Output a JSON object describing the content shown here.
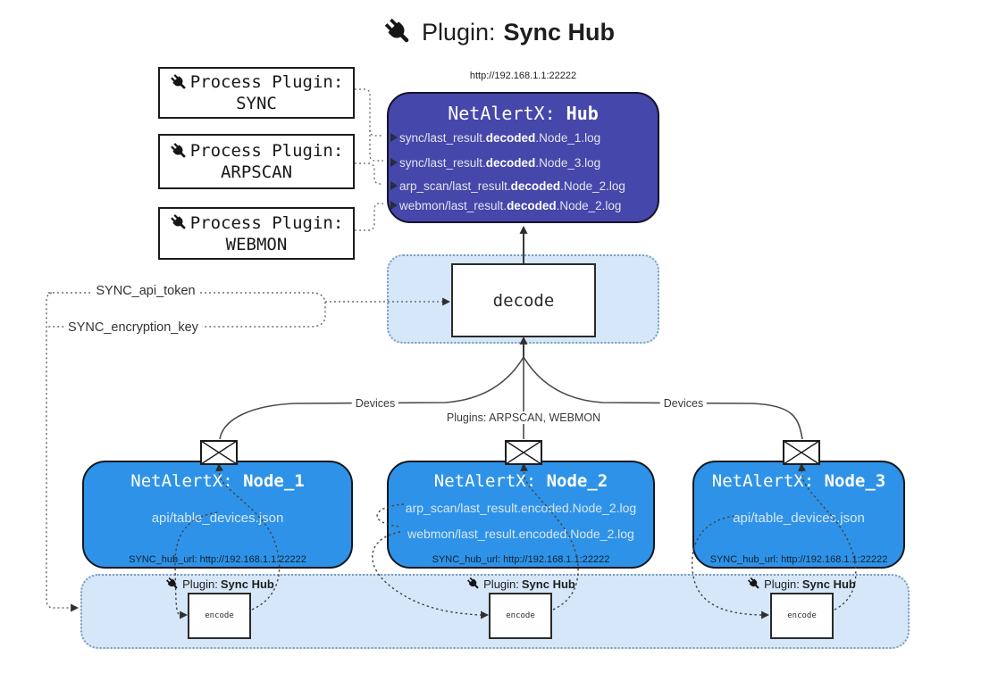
{
  "title": {
    "icon": "plug-icon",
    "prefix": "Plugin:",
    "name": "Sync Hub"
  },
  "process_plugins": [
    {
      "label": "Process Plugin:",
      "name": "SYNC"
    },
    {
      "label": "Process Plugin:",
      "name": "ARPSCAN"
    },
    {
      "label": "Process Plugin:",
      "name": "WEBMON"
    }
  ],
  "hub": {
    "url": "http://192.168.1.1:22222",
    "title_prefix": "NetAlertX:",
    "title_name": "Hub",
    "lines": [
      {
        "pre": "sync/last_result.",
        "bold": "decoded",
        "post": ".Node_1.log"
      },
      {
        "pre": "sync/last_result.",
        "bold": "decoded",
        "post": ".Node_3.log"
      },
      {
        "pre": "arp_scan/last_result.",
        "bold": "decoded",
        "post": ".Node_2.log"
      },
      {
        "pre": "webmon/last_result.",
        "bold": "decoded",
        "post": ".Node_2.log"
      }
    ]
  },
  "decode_panel": {
    "label": "decode"
  },
  "config": {
    "api_token": "SYNC_api_token",
    "encryption_key": "SYNC_encryption_key"
  },
  "edges": {
    "devices_left": "Devices",
    "plugins_middle": "Plugins: ARPSCAN, WEBMON",
    "devices_right": "Devices"
  },
  "nodes": [
    {
      "title_prefix": "NetAlertX:",
      "title_name": "Node_1",
      "lines": [
        "api/table_devices.json"
      ],
      "hub_url": "SYNC_hub_url: http://192.168.1.1:22222"
    },
    {
      "title_prefix": "NetAlertX:",
      "title_name": "Node_2",
      "lines": [
        "arp_scan/last_result.encoded.Node_2.log",
        "webmon/last_result.encoded.Node_2.log"
      ],
      "hub_url": "SYNC_hub_url: http://192.168.1.1:22222"
    },
    {
      "title_prefix": "NetAlertX:",
      "title_name": "Node_3",
      "lines": [
        "api/table_devices.json"
      ],
      "hub_url": "SYNC_hub_url: http://192.168.1.1:22222"
    }
  ],
  "encoders": [
    {
      "label_prefix": "Plugin:",
      "label_name": "Sync Hub",
      "box_label": "encode"
    },
    {
      "label_prefix": "Plugin:",
      "label_name": "Sync Hub",
      "box_label": "encode"
    },
    {
      "label_prefix": "Plugin:",
      "label_name": "Sync Hub",
      "box_label": "encode"
    }
  ],
  "colors": {
    "hub_fill": "#4547ab",
    "node_fill": "#2e93e8",
    "panel_fill": "#d5e7f9",
    "panel_border": "#7d9cc0",
    "line": "#4a4a4a"
  }
}
